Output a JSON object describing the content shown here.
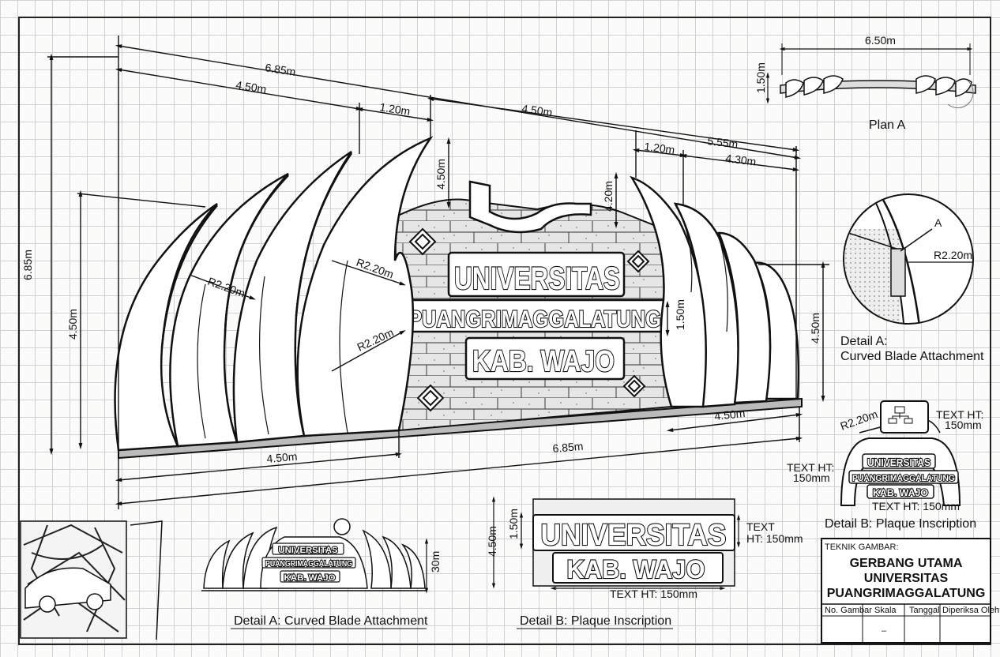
{
  "elevation": {
    "dimensions": {
      "overall_top": "6.85m",
      "left_top": "4.50m",
      "gap_top": "1.20m",
      "center_top": "4.50m",
      "right_top": "5.55m",
      "right_gap": "1.20m",
      "right_sub": "4.30m",
      "left_height": "6.85m",
      "left_inner_height": "4.50m",
      "center_blade_height": "4.50m",
      "right_blade_height": "4.20m",
      "plaque_height": "1.50m",
      "right_height": "4.50m",
      "right_bottom": "4.50m",
      "bottom_left": "4.50m",
      "bottom_overall": "6.85m",
      "radius_1": "R2.20m",
      "radius_2": "R2.20m",
      "radius_3": "R2.20m"
    },
    "plaque": {
      "line1": "UNIVERSITAS",
      "line2": "PUANGRIMAGGALATUNG",
      "line3": "KAB. WAJO"
    }
  },
  "plan_a": {
    "width": "6.50m",
    "depth": "1.50m",
    "caption": "Plan A"
  },
  "detail_a_circle": {
    "marker": "A",
    "radius": "R2.20m",
    "caption_line1": "Detail A:",
    "caption_line2": "Curved Blade Attachment"
  },
  "detail_b_small": {
    "radius": "R2.20m",
    "text_ht_top": "TEXT HT:",
    "text_ht_top_val": "150mm",
    "text_ht_left": "TEXT HT:",
    "text_ht_left_val": "150mm",
    "text_ht_bottom": "TEXT HT: 150mm",
    "line1": "UNIVERSITAS",
    "line2": "PUANGRIMAGGALATUNG",
    "line3": "KAB. WAJO",
    "caption": "Detail B: Plaque Inscription"
  },
  "detail_a_bottom": {
    "height": "30m",
    "line1": "UNIVERSITAS",
    "line2": "PUANGRIMAGGALATUNG",
    "line3": "KAB. WAJO",
    "caption": "Detail A: Curved Blade Attachment"
  },
  "detail_b_bottom": {
    "height": "4.50m",
    "plaque_h": "1.50m",
    "line1": "UNIVERSITAS",
    "line2": "KAB. WAJO",
    "text_ht_right1": "TEXT",
    "text_ht_right2": "HT: 150mm",
    "text_ht_bottom": "TEXT HT: 150mm",
    "caption": "Detail B: Plaque Inscription"
  },
  "title_block": {
    "label": "TEKNIK GAMBAR:",
    "title1": "GERBANG UTAMA",
    "title2": "UNIVERSITAS",
    "title3": "PUANGRIMAGGALATUNG",
    "col1": "No. Gambar",
    "col2": "Skala",
    "col3": "Tanggal",
    "col4": "Diperiksa Oleh",
    "scale_value": "–"
  }
}
